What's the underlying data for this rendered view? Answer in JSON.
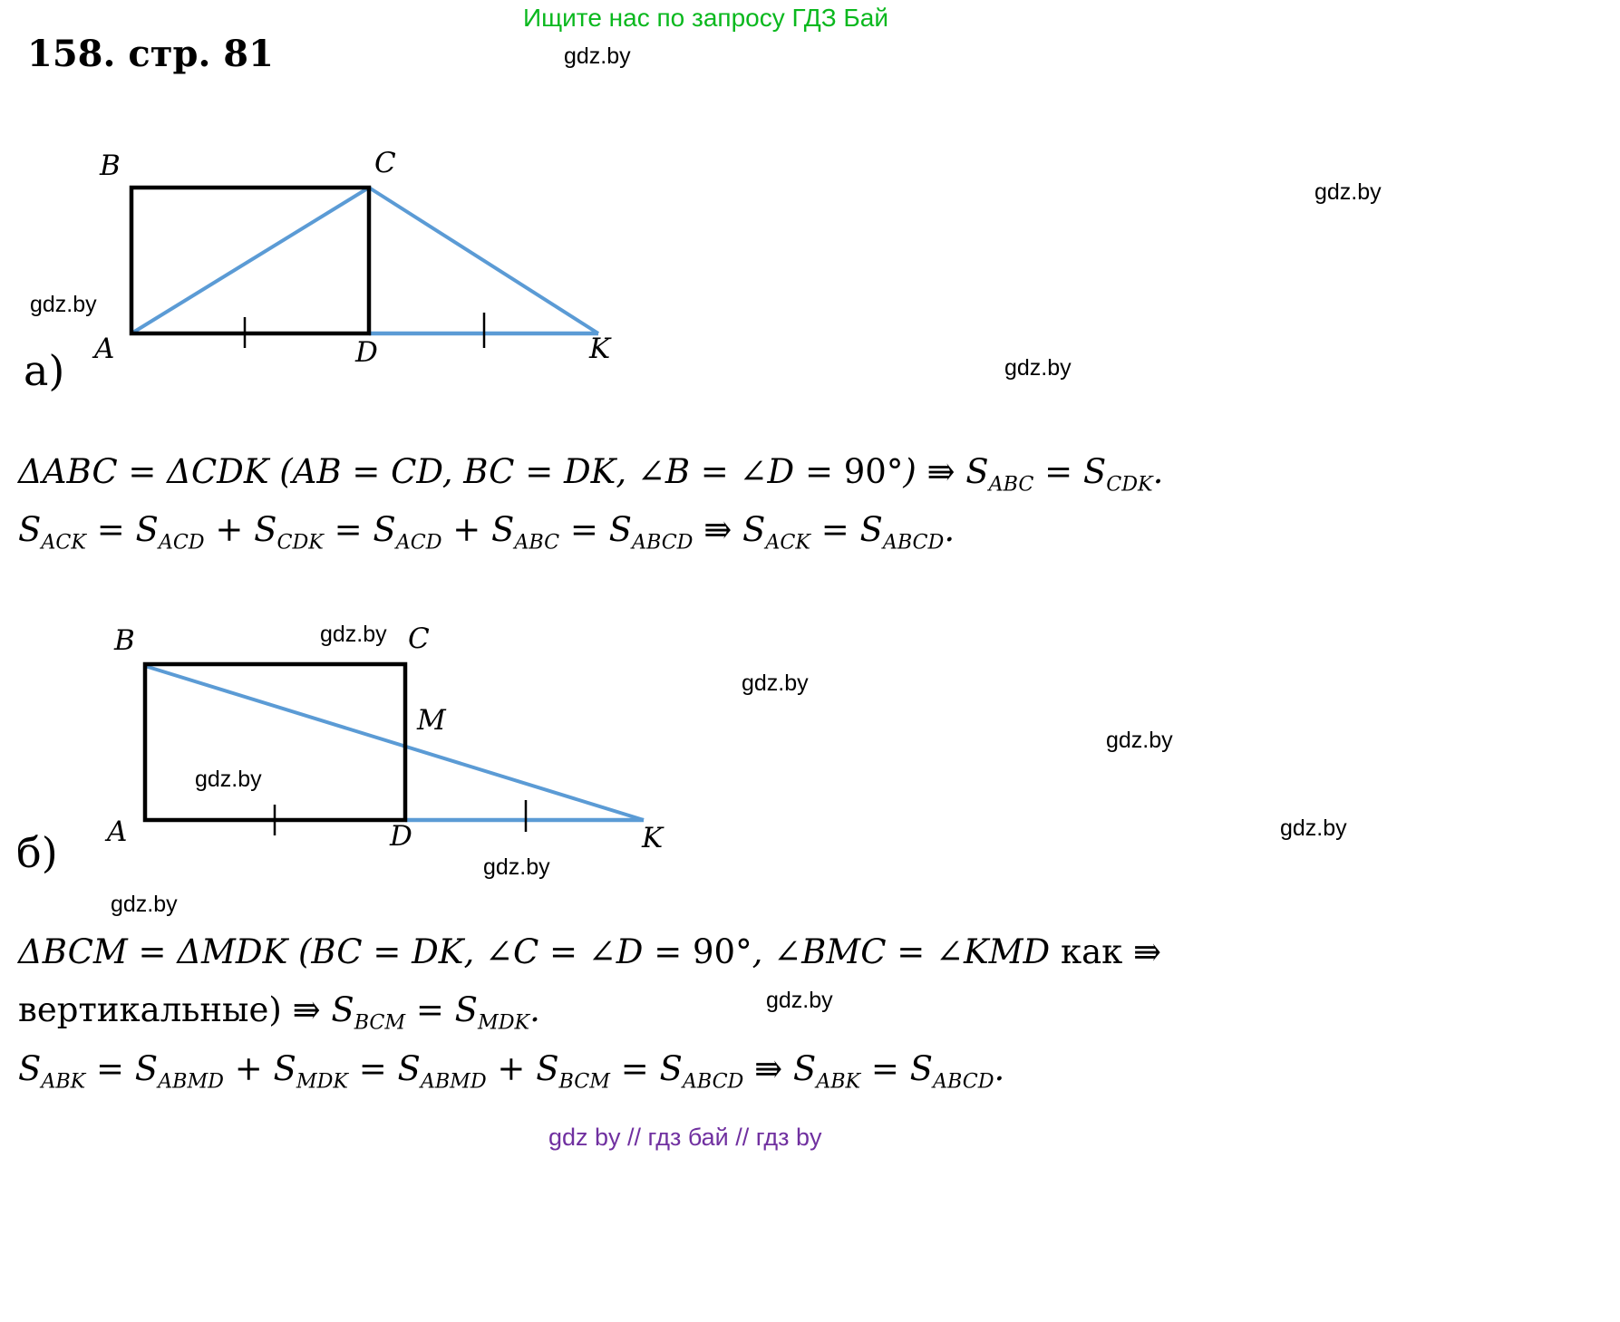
{
  "header": {
    "promo": "Ищите нас по запросу ГДЗ Бай"
  },
  "watermark_text": "gdz.by",
  "title": "158. стр. 81",
  "figure_a": {
    "caption": "а)",
    "points": {
      "A": "A",
      "B": "B",
      "C": "C",
      "D": "D",
      "K": "K"
    }
  },
  "math_a": {
    "lines": [
      "ΔABC = ΔCDK (AB = CD, BC = DK, ∠B = ∠D = [[90°]]) ⇛ S_{ABC} = S_{CDK}.",
      "S_{ACK} = S_{ACD} + S_{CDK} = S_{ACD} + S_{ABC} = S_{ABCD} ⇛ S_{ACK} = S_{ABCD}."
    ]
  },
  "figure_b": {
    "caption": "б)",
    "points": {
      "A": "A",
      "B": "B",
      "C": "C",
      "D": "D",
      "M": "M",
      "K": "K"
    }
  },
  "math_b": {
    "lines": [
      "ΔBCM = ΔMDK (BC = DK, ∠C = ∠D = [[90°]], ∠BMC = ∠KMD [[как]] ⇛",
      "[[вертикальные)]] ⇛ S_{BCM} = S_{MDK}.",
      "S_{ABK} = S_{ABMD} + S_{MDK} = S_{ABMD} + S_{BCM} = S_{ABCD} ⇛ S_{ABK} = S_{ABCD}."
    ]
  },
  "footer": {
    "text": "gdz by  //  гдз бай  //  гдз by"
  },
  "colors": {
    "line_blue": "#5b9bd5",
    "shape_black": "#000000",
    "promo_green": "#0ab81e",
    "footer_purple": "#7030a0",
    "watermark_black": "#000000"
  }
}
